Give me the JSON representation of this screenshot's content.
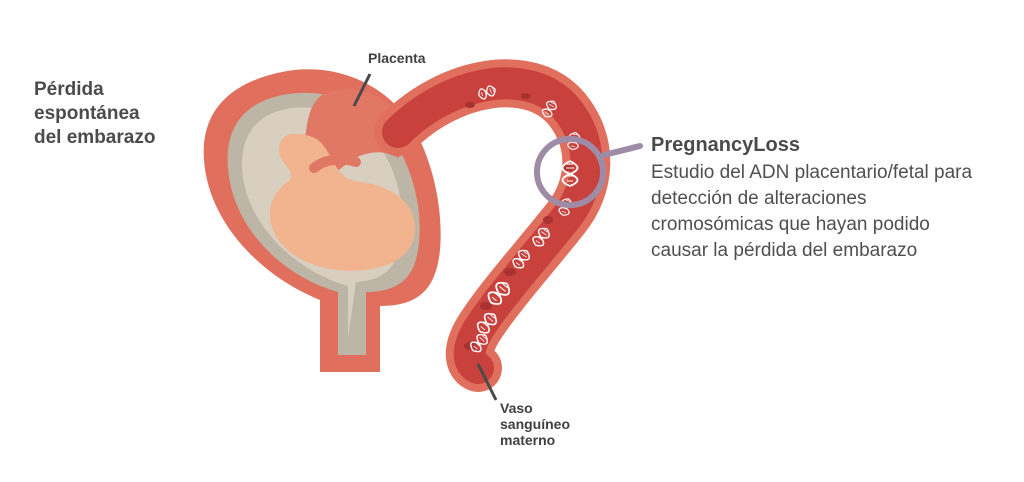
{
  "title": {
    "line1": "Pérdida",
    "line2": "espontánea",
    "line3": "del embarazo"
  },
  "labels": {
    "placenta": "Placenta",
    "vessel_line1": "Vaso",
    "vessel_line2": "sanguíneo",
    "vessel_line3": "materno"
  },
  "callout": {
    "title": "PregnancyLoss",
    "description": "Estudio del ADN placentario/fetal para detección de alteraciones cromosómicas que hayan podido causar la pérdida del embarazo"
  },
  "colors": {
    "uterus_outer": "#e16f5d",
    "uterus_inner": "#d9cfc0",
    "placenta": "#e07865",
    "fetus": "#f1b48f",
    "vessel_fill": "#c8413d",
    "magnifier": "#9e8ca7"
  },
  "icons": [
    "dna-icon",
    "blood-cell-icon",
    "magnifier-icon"
  ]
}
